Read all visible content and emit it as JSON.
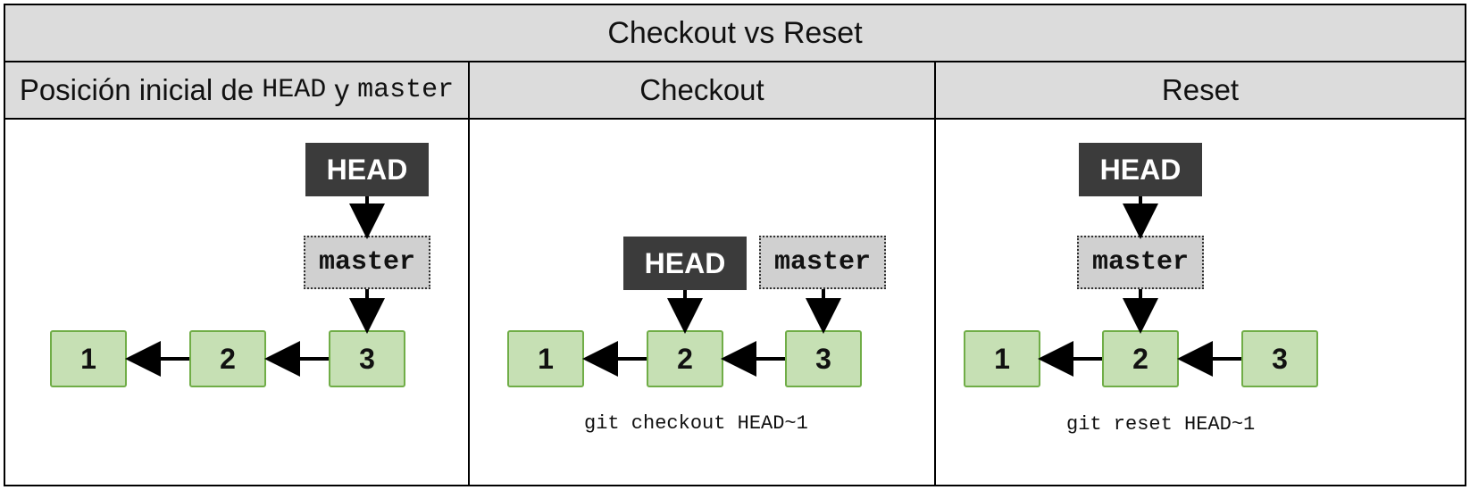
{
  "title": "Checkout vs Reset",
  "headers": {
    "initial_pre": "Posición inicial de ",
    "initial_head": "HEAD",
    "initial_mid": " y ",
    "initial_master": "master",
    "checkout": "Checkout",
    "reset": "Reset"
  },
  "labels": {
    "head": "HEAD",
    "master": "master",
    "c1": "1",
    "c2": "2",
    "c3": "3"
  },
  "commands": {
    "checkout": "git checkout HEAD~1",
    "reset": "git reset HEAD~1"
  },
  "colors": {
    "header_bg": "#dcdcdc",
    "head_bg": "#3b3b3b",
    "branch_bg": "#d0d0d0",
    "commit_bg": "#c6e0b4",
    "commit_border": "#70ad47"
  }
}
